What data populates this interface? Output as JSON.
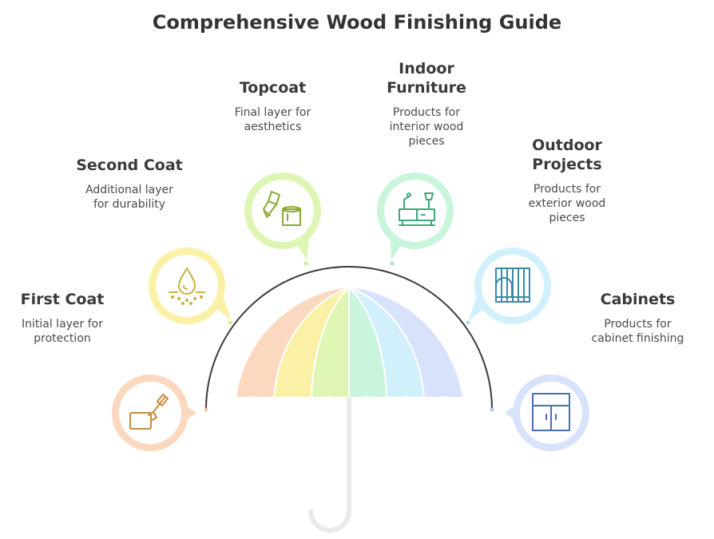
{
  "title": "Comprehensive Wood Finishing Guide",
  "colors": {
    "orange": "#fbd9c1",
    "yellow": "#faf1a6",
    "lime": "#dff5b4",
    "mint": "#c9f5dc",
    "sky": "#d2f0fb",
    "blue": "#d8e3fb",
    "handle": "#e9e9e9",
    "arc": "#3b3b3b"
  },
  "items": [
    {
      "id": "first_coat",
      "title": "First Coat",
      "desc1": "Initial layer for",
      "desc2": "protection",
      "icon": "paintbrush-icon"
    },
    {
      "id": "second_coat",
      "title": "Second Coat",
      "desc1": "Additional layer",
      "desc2": "for durability",
      "icon": "droplet-icon"
    },
    {
      "id": "topcoat",
      "title": "Topcoat",
      "desc1": "Final layer for",
      "desc2": "aesthetics",
      "icon": "brush-and-can-icon"
    },
    {
      "id": "indoor",
      "title1": "Indoor",
      "title2": "Furniture",
      "desc1": "Products for",
      "desc2": "interior wood",
      "desc3": "pieces",
      "icon": "furniture-icon"
    },
    {
      "id": "outdoor",
      "title1": "Outdoor",
      "title2": "Projects",
      "desc1": "Products for",
      "desc2": "exterior wood",
      "desc3": "pieces",
      "icon": "gate-icon"
    },
    {
      "id": "cabinets",
      "title": "Cabinets",
      "desc1": "Products for",
      "desc2": "cabinet finishing",
      "icon": "cabinet-icon"
    }
  ]
}
